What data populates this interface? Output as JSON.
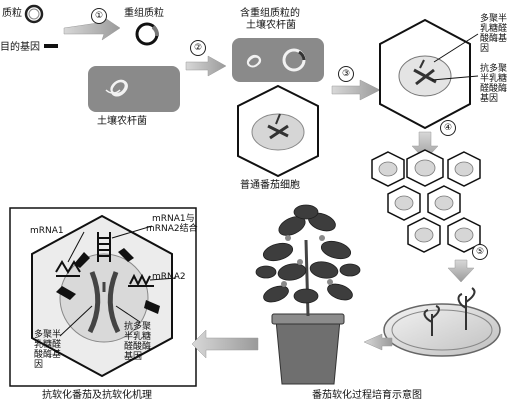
{
  "labels": {
    "plasmid": "质粒",
    "target_gene": "目的基因",
    "recombinant_plasmid": "重组质粒",
    "agrobacterium": "土壤农杆菌",
    "agro_with_plasmid_line1": "含重组质粒的",
    "agro_with_plasmid_line2": "土壤农杆菌",
    "normal_tomato_cell": "普通番茄细胞",
    "pg_gene_top_l1": "多聚半",
    "pg_gene_top_l2": "乳糖醛",
    "pg_gene_top_l3": "酸酶基",
    "pg_gene_top_l4": "因",
    "anti_pg_top_l1": "抗多聚",
    "anti_pg_top_l2": "半乳糖",
    "anti_pg_top_l3": "醛酸酶",
    "anti_pg_top_l4": "基因",
    "mrna1": "mRNA1",
    "mrna_combine_l1": "mRNA1与",
    "mrna_combine_l2": "mRNA2结合",
    "mrna2": "mRNA2",
    "pg_gene_inset_l1": "多聚半",
    "pg_gene_inset_l2": "乳糖醛",
    "pg_gene_inset_l3": "酸酶基",
    "pg_gene_inset_l4": "因",
    "anti_pg_inset_l1": "抗多聚",
    "anti_pg_inset_l2": "半乳糖",
    "anti_pg_inset_l3": "醛酸酶",
    "anti_pg_inset_l4": "基因",
    "caption_left": "抗软化番茄及抗软化机理",
    "caption_right": "番茄软化过程培育示意图"
  },
  "steps": [
    "①",
    "②",
    "③",
    "④",
    "⑤"
  ]
}
